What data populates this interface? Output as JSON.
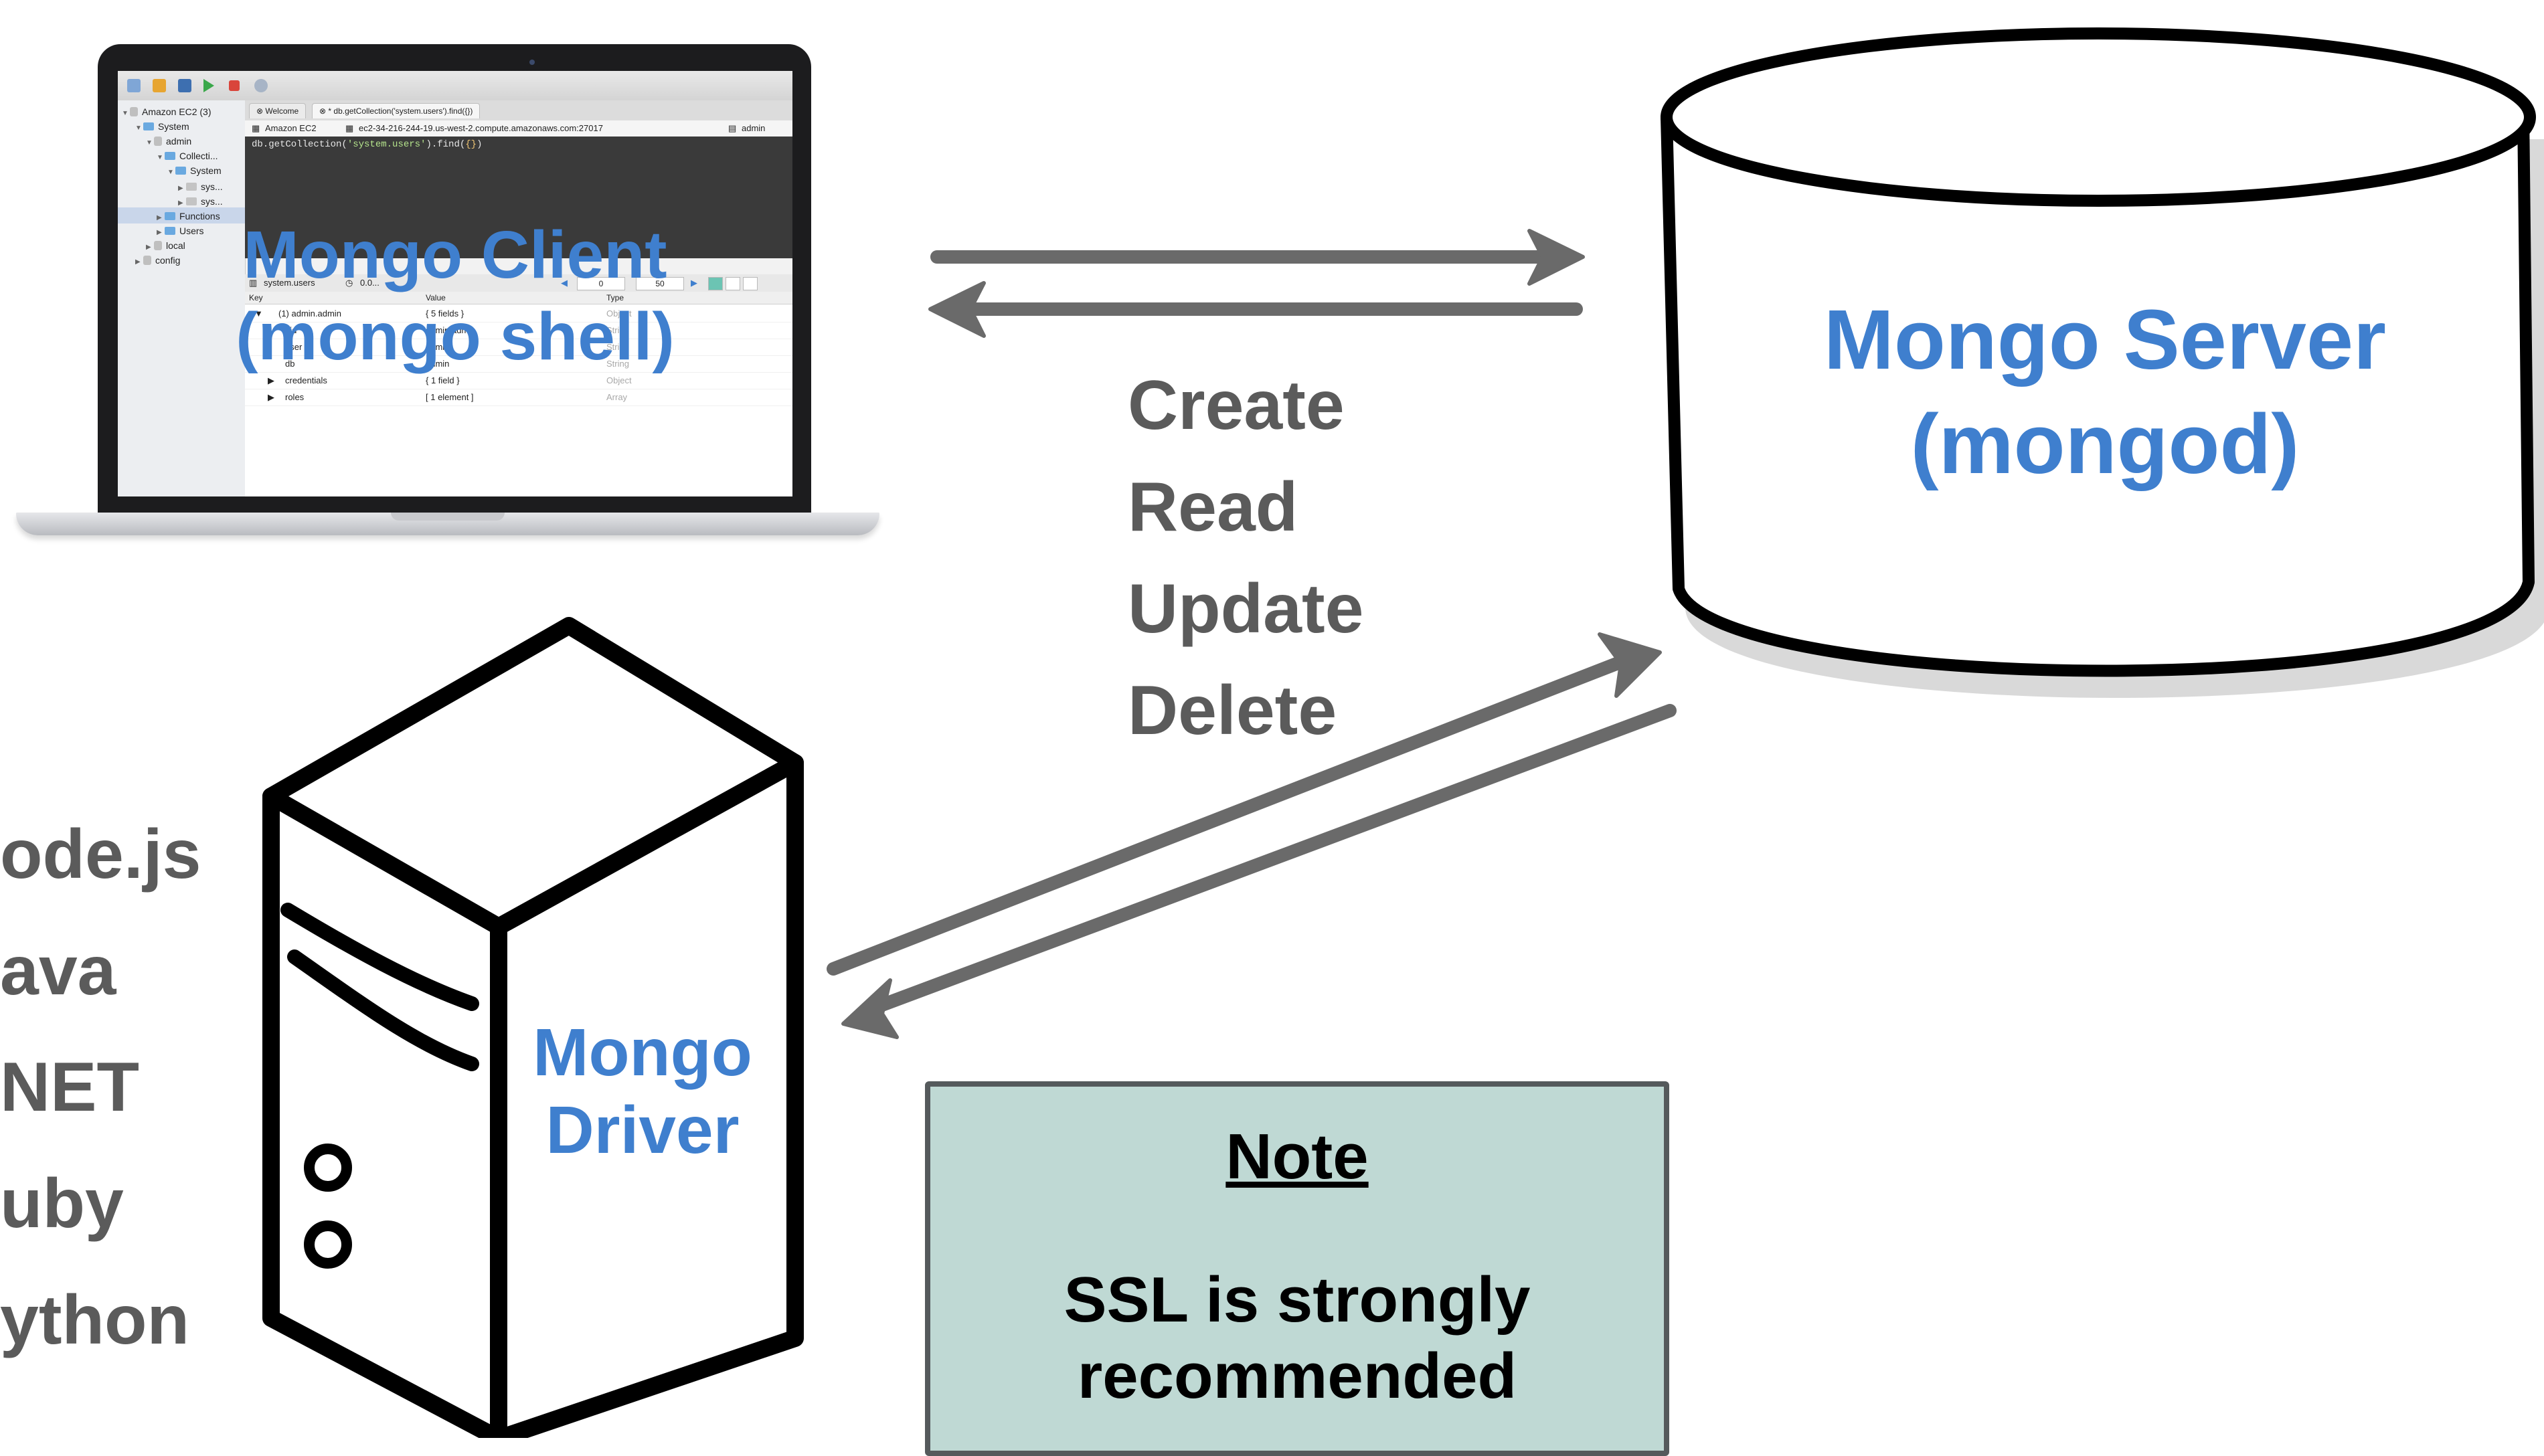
{
  "client": {
    "line1": "Mongo Client",
    "line2": "(mongo shell)"
  },
  "server": {
    "line1": "Mongo Server",
    "line2": "(mongod)"
  },
  "driver": {
    "line1": "Mongo",
    "line2": "Driver"
  },
  "crud": [
    "Create",
    "Read",
    "Update",
    "Delete"
  ],
  "languages": [
    "ode.js",
    "ava",
    "NET",
    "uby",
    "ython"
  ],
  "note": {
    "title": "Note",
    "line1": "SSL is strongly",
    "line2": "recommended"
  },
  "shell_window": {
    "tree": {
      "connection": "Amazon EC2 (3)",
      "system": "System",
      "admin": "admin",
      "collections": "Collecti...",
      "system_folder": "System",
      "sys1": "sys...",
      "sys2": "sys...",
      "functions": "Functions",
      "users": "Users",
      "local": "local",
      "config": "config"
    },
    "tabs": {
      "welcome": "Welcome",
      "query": "* db.getCollection('system.users').find({})"
    },
    "connection_bar": {
      "name": "Amazon EC2",
      "host": "ec2-34-216-244-19.us-west-2.compute.amazonaws.com:27017",
      "db": "admin"
    },
    "query": {
      "prefix": "db.getCollection(",
      "collection": "'system.users'",
      "suffix": ").find(",
      "arg": "{}",
      "close": ")"
    },
    "results": {
      "collection": "system.users",
      "time": "0.0...",
      "skip": "0",
      "limit": "50"
    },
    "grid": {
      "headers": [
        "Key",
        "Value",
        "Type"
      ],
      "rows": [
        {
          "key": "(1) admin.admin",
          "value": "{ 5 fields }",
          "type": "Object"
        },
        {
          "key": "_id",
          "value": "admin.admin",
          "type": "String"
        },
        {
          "key": "user",
          "value": "admin",
          "type": "String"
        },
        {
          "key": "db",
          "value": "admin",
          "type": "String"
        },
        {
          "key": "credentials",
          "value": "{ 1 field }",
          "type": "Object"
        },
        {
          "key": "roles",
          "value": "[ 1 element ]",
          "type": "Array"
        }
      ]
    }
  },
  "colors": {
    "accent_blue": "#3f7fce",
    "arrow_gray": "#6a6a6a",
    "note_fill": "#bfd9d4",
    "text_gray": "#5b5b5b"
  }
}
